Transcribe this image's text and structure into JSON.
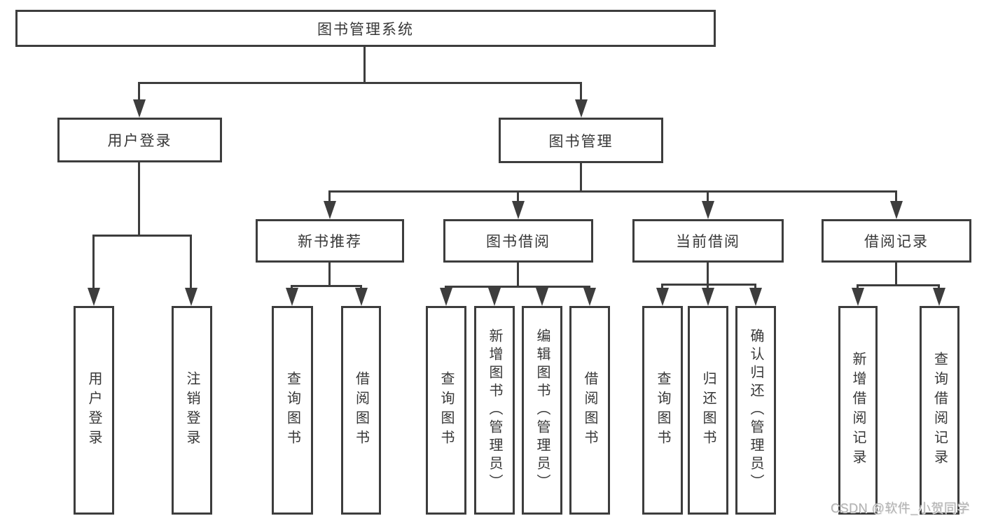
{
  "diagram": {
    "root": {
      "label": "图书管理系统"
    },
    "branches": [
      {
        "label": "用户登录",
        "children": [
          {
            "label": "用户登录"
          },
          {
            "label": "注销登录"
          }
        ]
      },
      {
        "label": "图书管理",
        "children": [
          {
            "label": "新书推荐",
            "children": [
              {
                "label": "查询图书"
              },
              {
                "label": "借阅图书"
              }
            ]
          },
          {
            "label": "图书借阅",
            "children": [
              {
                "label": "查询图书"
              },
              {
                "label": "新增图书（管理员）"
              },
              {
                "label": "编辑图书（管理员）"
              },
              {
                "label": "借阅图书"
              }
            ]
          },
          {
            "label": "当前借阅",
            "children": [
              {
                "label": "查询图书"
              },
              {
                "label": "归还图书"
              },
              {
                "label": "确认归还（管理员）"
              }
            ]
          },
          {
            "label": "借阅记录",
            "children": [
              {
                "label": "新增借阅记录"
              },
              {
                "label": "查询借阅记录"
              }
            ]
          }
        ]
      }
    ],
    "watermark": "CSDN @软件_小贺同学",
    "colors": {
      "line": "#3d3d3d",
      "text": "#373737",
      "watermark": "#b2b2b2",
      "background": "#ffffff"
    }
  }
}
